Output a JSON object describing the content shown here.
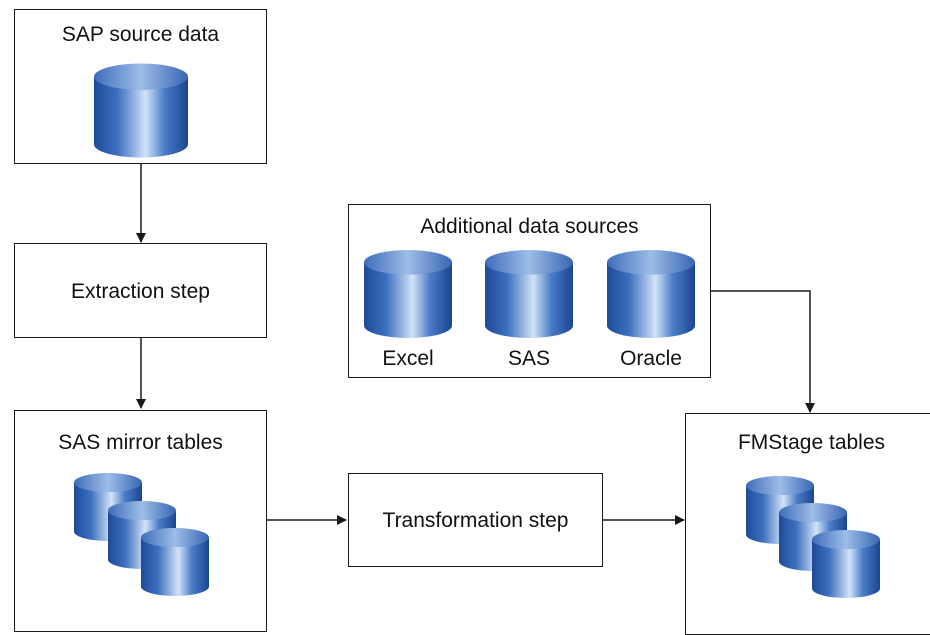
{
  "diagram": {
    "sap_source": {
      "title": "SAP source data"
    },
    "extraction": {
      "title": "Extraction step"
    },
    "additional": {
      "title": "Additional data sources",
      "sources": [
        "Excel",
        "SAS",
        "Oracle"
      ]
    },
    "mirror": {
      "title": "SAS mirror tables"
    },
    "transformation": {
      "title": "Transformation step"
    },
    "fmstage": {
      "title": "FMStage tables"
    }
  },
  "colors": {
    "cylinder_dark": "#1f4fa0",
    "cylinder_light": "#c9ddf4",
    "cylinder_top": "#5c86c8",
    "line": "#1a1a1a"
  }
}
